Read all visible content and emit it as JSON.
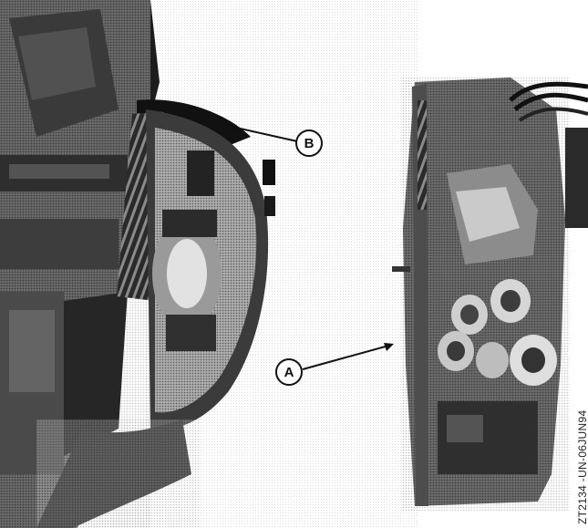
{
  "callouts": {
    "a": "A",
    "b": "B"
  },
  "figure_id": "ZT2134    -UN-06JUN94",
  "colors": {
    "ink": "#111111",
    "paper": "#ffffff"
  }
}
